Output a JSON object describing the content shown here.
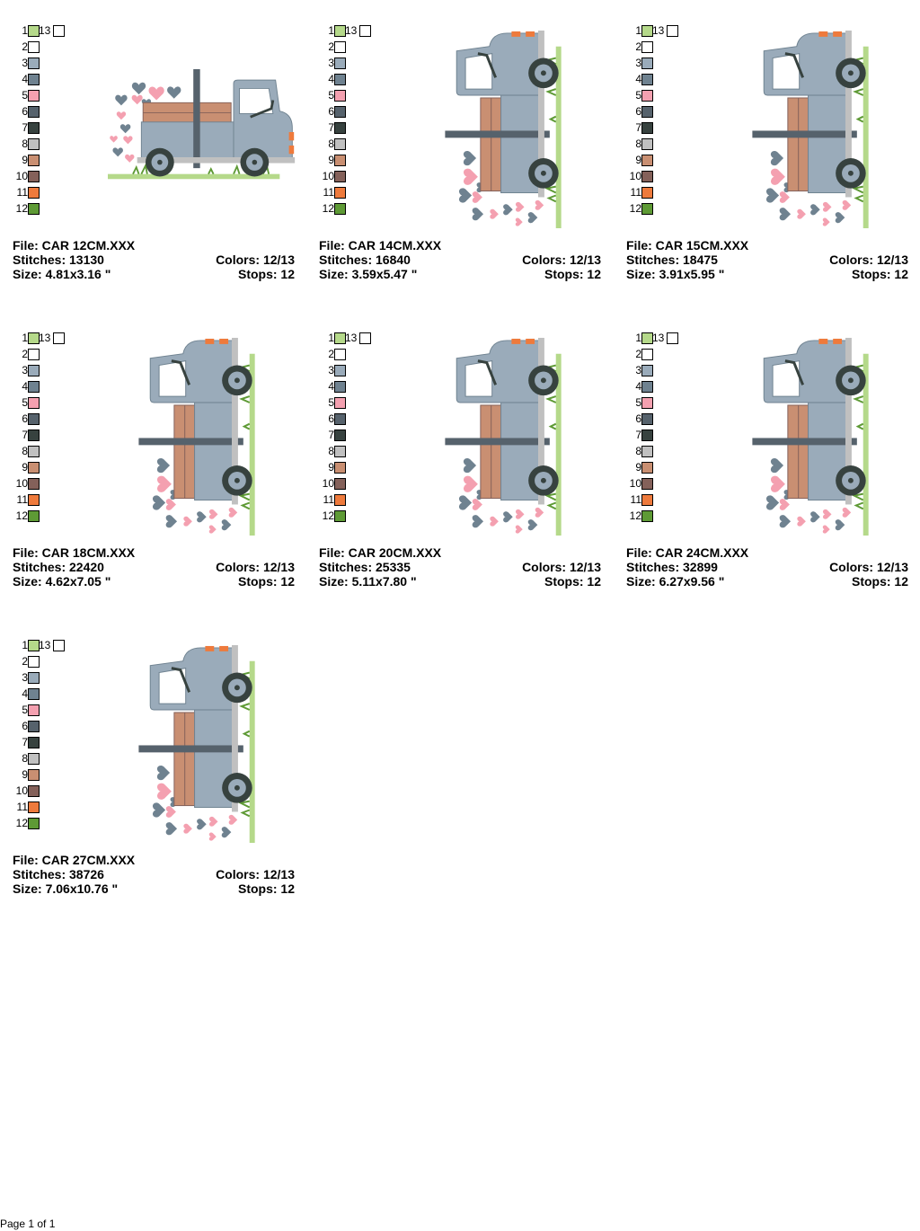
{
  "palette": [
    {
      "num": "1",
      "color": "#b5d98a"
    },
    {
      "num": "2",
      "color": "#ffffff"
    },
    {
      "num": "3",
      "color": "#9aabba"
    },
    {
      "num": "4",
      "color": "#6f8290"
    },
    {
      "num": "5",
      "color": "#f4a0b0"
    },
    {
      "num": "6",
      "color": "#56626c"
    },
    {
      "num": "7",
      "color": "#37423f"
    },
    {
      "num": "8",
      "color": "#c0c0c0"
    },
    {
      "num": "9",
      "color": "#c98f72"
    },
    {
      "num": "10",
      "color": "#84615a"
    },
    {
      "num": "11",
      "color": "#ee7a3c"
    },
    {
      "num": "12",
      "color": "#5e9a35"
    }
  ],
  "extra_color": {
    "num": "13",
    "color": "#ffffff"
  },
  "designs": [
    {
      "file": "File: CAR 12CM.XXX",
      "stitches": "Stitches: 13130",
      "size": "Size: 4.81x3.16 \"",
      "colors": "Colors: 12/13",
      "stops": "Stops: 12",
      "orientation": "horizontal"
    },
    {
      "file": "File: CAR 14CM.XXX",
      "stitches": "Stitches: 16840",
      "size": "Size: 3.59x5.47 \"",
      "colors": "Colors: 12/13",
      "stops": "Stops: 12",
      "orientation": "vertical"
    },
    {
      "file": "File: CAR 15CM.XXX",
      "stitches": "Stitches: 18475",
      "size": "Size: 3.91x5.95 \"",
      "colors": "Colors: 12/13",
      "stops": "Stops: 12",
      "orientation": "vertical"
    },
    {
      "file": "File: CAR 18CM.XXX",
      "stitches": "Stitches: 22420",
      "size": "Size: 4.62x7.05 \"",
      "colors": "Colors: 12/13",
      "stops": "Stops: 12",
      "orientation": "vertical"
    },
    {
      "file": "File: CAR 20CM.XXX",
      "stitches": "Stitches: 25335",
      "size": "Size: 5.11x7.80 \"",
      "colors": "Colors: 12/13",
      "stops": "Stops: 12",
      "orientation": "vertical"
    },
    {
      "file": "File: CAR 24CM.XXX",
      "stitches": "Stitches: 32899",
      "size": "Size: 6.27x9.56 \"",
      "colors": "Colors: 12/13",
      "stops": "Stops: 12",
      "orientation": "vertical"
    },
    {
      "file": "File: CAR 27CM.XXX",
      "stitches": "Stitches: 38726",
      "size": "Size: 7.06x10.76 \"",
      "colors": "Colors: 12/13",
      "stops": "Stops: 12",
      "orientation": "vertical"
    }
  ],
  "footer": "Page 1 of 1"
}
